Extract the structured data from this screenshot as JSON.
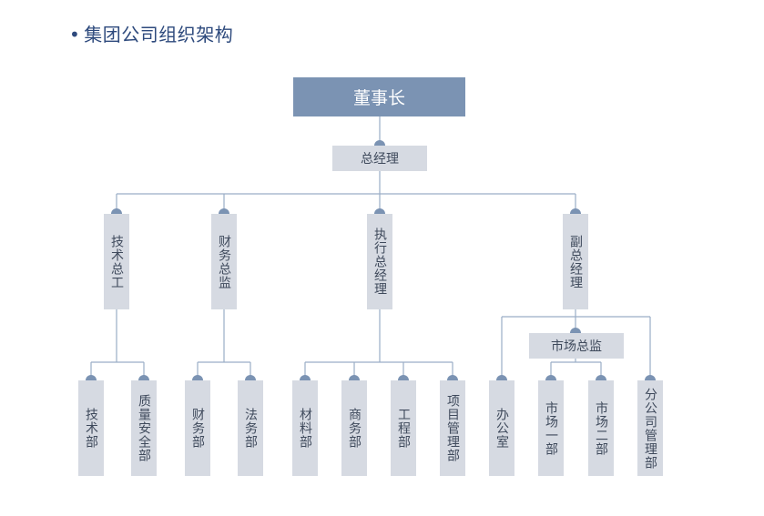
{
  "title": {
    "bullet": "•",
    "text": "集团公司组织架构"
  },
  "colors": {
    "header": "#7b93b3",
    "node": "#d6dae2",
    "line": "#9aaec6",
    "title": "#2e4a7d"
  },
  "org": {
    "chairman": "董事长",
    "general_manager": "总经理",
    "level2": [
      "技术总工",
      "财务总监",
      "执行总经理",
      "副总经理"
    ],
    "market_director": "市场总监",
    "departments": [
      "技术部",
      "质量安全部",
      "财务部",
      "法务部",
      "材料部",
      "商务部",
      "工程部",
      "项目管理部",
      "办公室",
      "市场一部",
      "市场二部",
      "分公司管理部"
    ]
  }
}
